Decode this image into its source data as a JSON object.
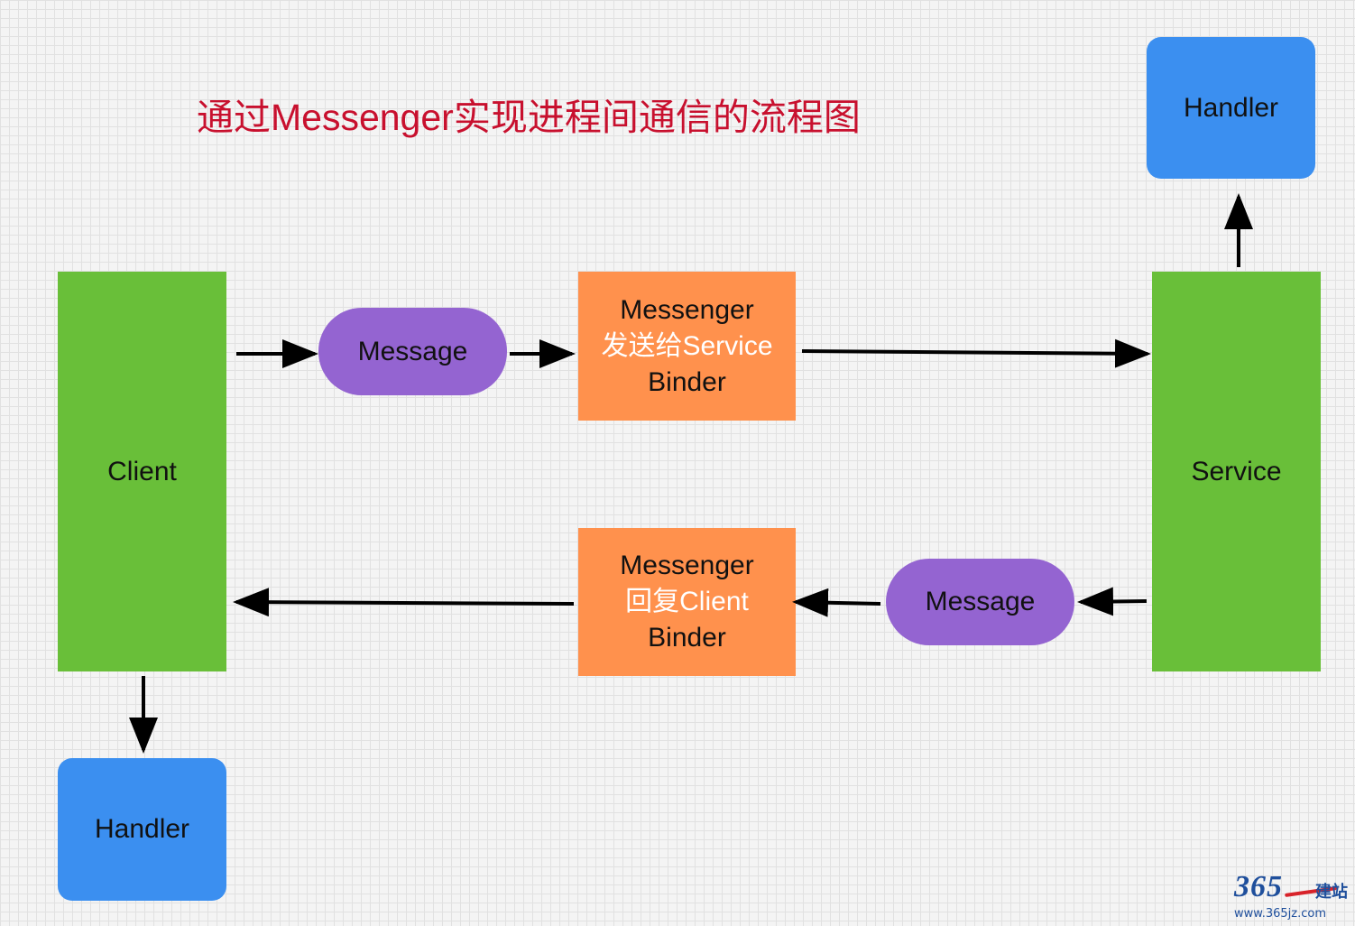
{
  "title": "通过Messenger实现进程间通信的流程图",
  "nodes": {
    "client": "Client",
    "service": "Service",
    "handler_top_right": "Handler",
    "handler_bottom_left": "Handler",
    "message_top": "Message",
    "message_bottom": "Message",
    "messenger_send": {
      "line1": "Messenger",
      "line2": "发送给Service",
      "line3": "Binder"
    },
    "messenger_reply": {
      "line1": "Messenger",
      "line2": "回复Client",
      "line3": "Binder"
    }
  },
  "watermark": {
    "number": "365",
    "chars": "建站",
    "url": "www.365jz.com"
  },
  "colors": {
    "title": "#c8102e",
    "green": "#69bf39",
    "blue": "#3b8ff0",
    "purple": "#9464d1",
    "orange": "#ff914d",
    "arrow": "#000000"
  }
}
